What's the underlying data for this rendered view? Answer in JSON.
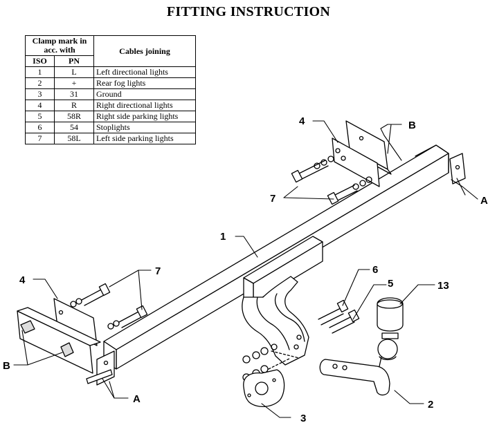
{
  "title": "FITTING INSTRUCTION",
  "table": {
    "header": {
      "clamp_mark": "Clamp mark in acc. with",
      "iso": "ISO",
      "pn": "PN",
      "cables": "Cables joining"
    },
    "rows": [
      {
        "iso": "1",
        "pn": "L",
        "desc": "Left directional lights"
      },
      {
        "iso": "2",
        "pn": "+",
        "desc": "Rear fog lights"
      },
      {
        "iso": "3",
        "pn": "31",
        "desc": "Ground"
      },
      {
        "iso": "4",
        "pn": "R",
        "desc": "Right directional lights"
      },
      {
        "iso": "5",
        "pn": "58R",
        "desc": "Right side parking lights"
      },
      {
        "iso": "6",
        "pn": "54",
        "desc": "Stoplights"
      },
      {
        "iso": "7",
        "pn": "58L",
        "desc": "Left side parking lights"
      }
    ]
  },
  "callouts": {
    "c1": "1",
    "c2": "2",
    "c3": "3",
    "c4_top": "4",
    "c4_left": "4",
    "c5": "5",
    "c6": "6",
    "c7_top": "7",
    "c7_mid": "7",
    "c13": "13",
    "a_right": "A",
    "a_bottom": "A",
    "b_top": "B",
    "b_left": "B"
  }
}
